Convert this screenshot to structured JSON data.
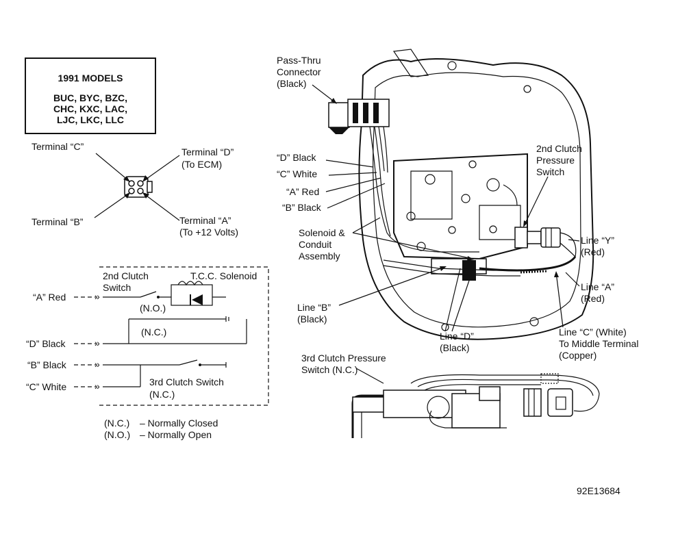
{
  "models_box": {
    "title": "1991 MODELS",
    "line1": "BUC, BYC, BZC,",
    "line2": "CHC, KXC, LAC,",
    "line3": "LJC, LKC, LLC"
  },
  "connector": {
    "terminal_c": "Terminal “C”",
    "terminal_d": "Terminal “D”",
    "terminal_d_sub": "(To ECM)",
    "terminal_b": "Terminal “B”",
    "terminal_a": "Terminal “A”",
    "terminal_a_sub": "(To +12 Volts)"
  },
  "schematic": {
    "clutch2_line1": "2nd Clutch",
    "clutch2_line2": "Switch",
    "tcc_solenoid": "T.C.C. Solenoid",
    "no": "(N.O.)",
    "nc": "(N.C.)",
    "a_red": "“A” Red",
    "d_black": "“D” Black",
    "b_black": "“B” Black",
    "c_white": "“C” White",
    "clutch3_line1": "3rd Clutch Switch",
    "clutch3_line2": "(N.C.)"
  },
  "legend": {
    "nc_abbr": "(N.C.)",
    "nc_def": "–  Normally Closed",
    "no_abbr": "(N.O.)",
    "no_def": "–  Normally Open"
  },
  "callouts": {
    "pass_thru_1": "Pass-Thru",
    "pass_thru_2": "Connector",
    "pass_thru_3": "(Black)",
    "d_black": "“D” Black",
    "c_white": "“C” White",
    "a_red": "“A” Red",
    "b_black": "“B” Black",
    "solenoid_1": "Solenoid &",
    "solenoid_2": "Conduit",
    "solenoid_3": "Assembly",
    "clutch2_ps_1": "2nd Clutch",
    "clutch2_ps_2": "Pressure",
    "clutch2_ps_3": "Switch",
    "line_y_1": "Line “Y”",
    "line_y_2": "(Red)",
    "line_a_1": "Line “A”",
    "line_a_2": "(Red)",
    "line_b_1": "Line “B”",
    "line_b_2": "(Black)",
    "line_d_1": "Line “D”",
    "line_d_2": "(Black)",
    "line_c_1": "Line “C” (White)",
    "line_c_2": "To Middle Terminal",
    "line_c_3": "(Copper)",
    "clutch3_ps_1": "3rd Clutch Pressure",
    "clutch3_ps_2": "Switch (N.C.)"
  },
  "figure_id": "92E13684"
}
